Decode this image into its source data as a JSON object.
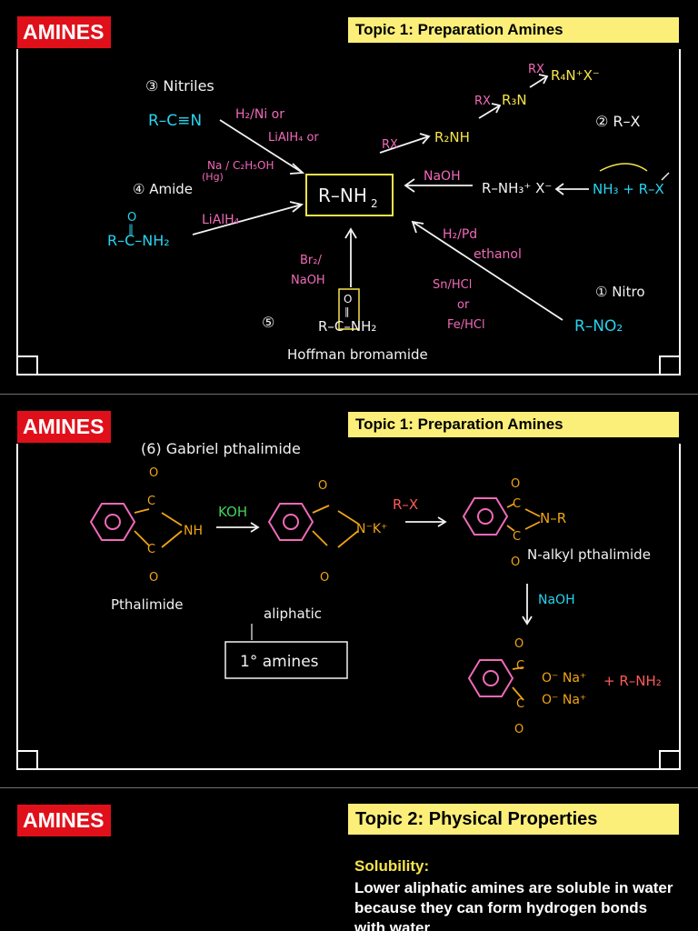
{
  "slides": [
    {
      "badge": "AMINES",
      "topic": "Topic 1: Preparation Amines",
      "product": "R–NH",
      "product_sub": "2",
      "routes": {
        "nitriles_label": "③ Nitriles",
        "nitrile": "R–C≡N",
        "nitrile_reagent_1": "H₂/Ni or",
        "nitrile_reagent_2": "LiAlH₄ or",
        "nitrile_reagent_3": "Na / C₂H₅OH",
        "amide_label": "④ Amide",
        "amide_note": "(Hg)",
        "amide_o": "O",
        "amide_bond": "‖",
        "amide": "R–C–NH₂",
        "amide_reagent": "LiAlH₄",
        "rx_label": "② R–X",
        "rx1": "RX",
        "rx2": "RX",
        "rx3": "RX",
        "r2nh": "R₂NH",
        "r3n": "R₃N",
        "r4nx": "R₄N⁺X⁻",
        "naoh": "NaOH",
        "salt": "R–NH₃⁺ X⁻",
        "ammonia": "NH₃ + R–X",
        "nitro_label": "① Nitro",
        "nitro": "R–NO₂",
        "nitro_reagent_1": "H₂/Pd",
        "nitro_reagent_2": "ethanol",
        "nitro_reagent_3": "Sn/HCl",
        "nitro_reagent_4": "or",
        "nitro_reagent_5": "Fe/HCl",
        "hoff_num": "⑤",
        "hoff_reagent_1": "Br₂/",
        "hoff_reagent_2": "NaOH",
        "hoff_o": "O",
        "hoff_bond": "‖",
        "hoff_amide": "R–C–NH₂",
        "hoffman": "Hoffman bromamide"
      }
    },
    {
      "badge": "AMINES",
      "topic": "Topic 1: Preparation Amines",
      "heading": "(6) Gabriel pthalimide",
      "koh": "KOH",
      "rx": "R–X",
      "nh": "NH",
      "nk": "N⁻K⁺",
      "nr": "N–R",
      "pthalimide": "Pthalimide",
      "n_alkyl": "N-alkyl pthalimide",
      "naoh": "NaOH",
      "aliphatic": "aliphatic",
      "amines_box": "1° amines",
      "o_label": "O",
      "c_label": "C",
      "ona": "O⁻ Na⁺",
      "product": "+ R–NH₂"
    },
    {
      "badge": "AMINES",
      "topic": "Topic 2: Physical Properties",
      "solubility_title": "Solubility:",
      "solubility_text": "Lower aliphatic amines are soluble in water because they can form hydrogen bonds with water"
    }
  ]
}
